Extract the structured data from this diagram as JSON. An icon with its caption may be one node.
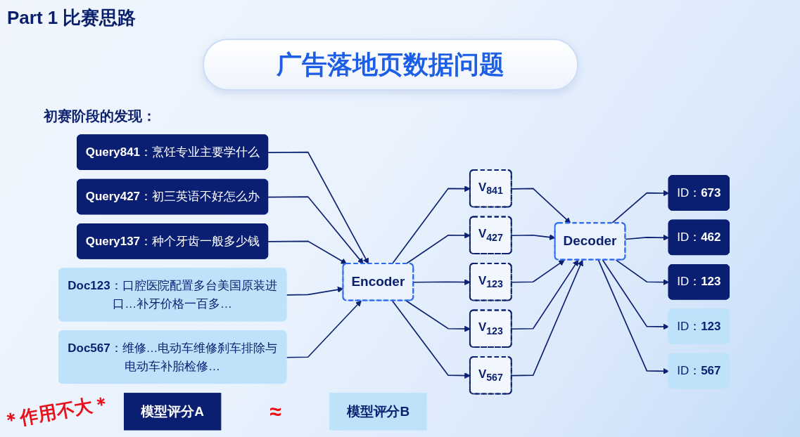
{
  "diagram": {
    "title": "广告落地页数据问题",
    "nodes": [
      {
        "text": [
          "**Query841**：烹饪专业主要学什么"
        ]
      },
      {
        "text": [
          "**Query427**：初三英语不好怎么办"
        ]
      },
      {
        "text": [
          "**Query137**：种个牙齿一般多少钱"
        ]
      },
      {
        "text": [
          "**Doc123**：口腔医院配置多台美国原装进口…补牙价格一百多…"
        ]
      },
      {
        "text": [
          "**Doc567**：维修…电动车维修刹车排除与电动车补胎检修…"
        ]
      },
      {
        "text": [
          "Encoder"
        ]
      },
      {
        "text": [
          "V$_{841}$"
        ]
      },
      {
        "text": [
          "V$_{427}$"
        ]
      },
      {
        "text": [
          "V$_{123}$"
        ]
      },
      {
        "text": [
          "V$_{123}$"
        ]
      },
      {
        "text": [
          "V$_{567}$"
        ]
      },
      {
        "text": [
          "Decoder"
        ]
      },
      {
        "text": [
          "ID：**673**"
        ]
      },
      {
        "text": [
          "ID：**462**"
        ]
      },
      {
        "text": [
          "ID：**123**"
        ]
      },
      {
        "text": [
          "ID：**123**"
        ]
      },
      {
        "text": [
          "ID：**567**"
        ]
      },
      {
        "text": [
          "模型评分A"
        ]
      },
      {
        "text": [
          "模型评分B"
        ]
      }
    ],
    "edges": [
      {
        "from": 0,
        "to": 5,
        "arrow": "to"
      },
      {
        "from": 1,
        "to": 5,
        "arrow": "to"
      },
      {
        "from": 2,
        "to": 5,
        "arrow": "to"
      },
      {
        "from": 3,
        "to": 5,
        "arrow": "to"
      },
      {
        "from": 4,
        "to": 5,
        "arrow": "to"
      },
      {
        "from": 5,
        "to": 6,
        "arrow": "to"
      },
      {
        "from": 5,
        "to": 7,
        "arrow": "to"
      },
      {
        "from": 5,
        "to": 8,
        "arrow": "to"
      },
      {
        "from": 5,
        "to": 9,
        "arrow": "to"
      },
      {
        "from": 5,
        "to": 10,
        "arrow": "to"
      },
      {
        "from": 6,
        "to": 11,
        "arrow": "to"
      },
      {
        "from": 7,
        "to": 11,
        "arrow": "to"
      },
      {
        "from": 8,
        "to": 11,
        "arrow": "to"
      },
      {
        "from": 9,
        "to": 11,
        "arrow": "to"
      },
      {
        "from": 10,
        "to": 11,
        "arrow": "to"
      },
      {
        "from": 11,
        "to": 12,
        "arrow": "to"
      },
      {
        "from": 11,
        "to": 13,
        "arrow": "to"
      },
      {
        "from": 11,
        "to": 14,
        "arrow": "to"
      },
      {
        "from": 11,
        "to": 15,
        "arrow": "to"
      },
      {
        "from": 11,
        "to": 16,
        "arrow": "to"
      }
    ],
    "labels": [
      "Part 1 比赛思路",
      "初赛阶段的发现：",
      "＊作用不大＊",
      "≈"
    ]
  }
}
